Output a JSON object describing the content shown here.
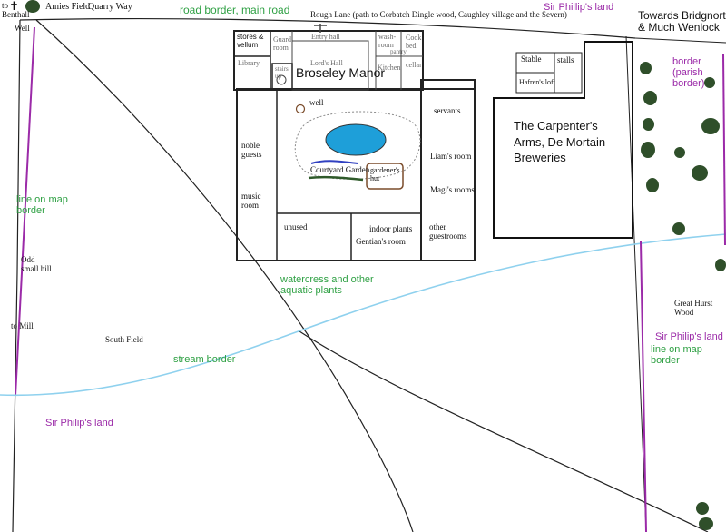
{
  "labels": {
    "to_benthall": "to\nBenthall",
    "amies_field": "Amies Field",
    "quarry_way": "Quarry Way",
    "road_border": "road border, main road",
    "rough_lane": "Rough Lane  (path to Corbatch Dingle wood, Caughley village and the Severn)",
    "sir_philip_top": "Sir Phillip's land",
    "towards_bridgnorth": "Towards Bridgnorth,\n& Much Wenlock",
    "well_top": "Well",
    "border_parish": "border\n(parish\nborder)",
    "line_on_map_border_left": "line on map\nborder",
    "odd_small_hill": "Odd\nsmall hill",
    "to_mill": "to Mill",
    "south_field": "South Field",
    "watercress": "watercress and other\naquatic plants",
    "stream_border": "stream border",
    "great_hurst_wood": "Great Hurst\nWood",
    "sir_philip_right": "Sir Philip's land",
    "line_on_map_border_right": "line on map\nborder",
    "sir_philip_bottom": "Sir Philip's land"
  },
  "manor": {
    "title": "Broseley Manor",
    "rooms": {
      "stores_vellum": "stores &\nvellum",
      "guard_room": "Guard\nroom",
      "entry_hall": "Entry hall",
      "wash_room": "wash-\nroom",
      "cook_bed": "Cook\nbed",
      "pantry": "pantry",
      "library": "Library",
      "lords_hall": "Lord's Hall",
      "stairs_up": "stairs\nup",
      "kitchen": "Kitchen",
      "cellar": "cellar",
      "well": "well",
      "courtyard_garden": "Courtyard Garden",
      "gardeners_hut": "gardener's\nhut",
      "noble_guests": "noble\nguests",
      "music_room": "music\nroom",
      "servants": "servants",
      "liams_room": "Liam's room",
      "magis_rooms": "Magi's rooms",
      "unused": "unused",
      "indoor_plants": "indoor plants",
      "gentians_room": "Gentian's room",
      "other_guestrooms": "other\nguestrooms"
    }
  },
  "carpenters": {
    "stable": "Stable",
    "stalls": "stalls",
    "hafrens_loft": "Hafren's loft",
    "name": "The Carpenter's\nArms, De Mortain\nBreweries"
  },
  "colors": {
    "green_text": "#2ea043",
    "purple": "#9b2aa8",
    "stream": "#8fd1ee",
    "pond": "#1e9fd9",
    "tree": "#2f4f2a"
  }
}
